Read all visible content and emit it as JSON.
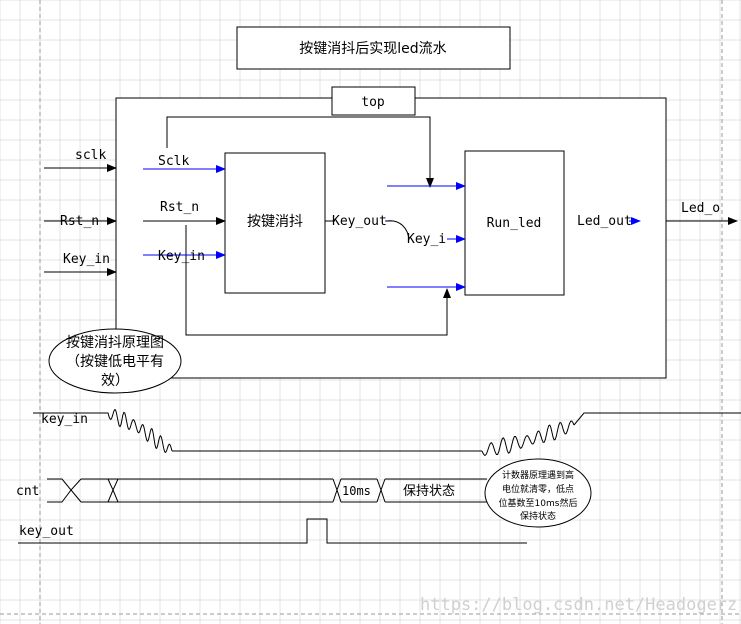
{
  "title": "按键消抖后实现led流水",
  "top_label": "top",
  "blocks": {
    "debounce": "按键消抖",
    "run_led": "Run_led"
  },
  "top_ports": {
    "sclk": "sclk",
    "rst_n": "Rst_n",
    "key_in": "Key_in",
    "led_o": "Led_o"
  },
  "inner_signals": {
    "sclk": "Sclk",
    "rst_n": "Rst_n",
    "key_in": "Key_in",
    "key_out": "Key_out",
    "key_i": "Key_i",
    "led_out": "Led_out"
  },
  "callout_principle": [
    "按键消抖原理图",
    "（按键低电平有",
    "效）"
  ],
  "timing": {
    "key_in": "key_in",
    "cnt": "cnt",
    "key_out": "key_out",
    "cnt_10ms": "10ms",
    "cnt_hold": "保持状态"
  },
  "callout_counter": [
    "计数器原理遇到高",
    "电位就清零，低点",
    "位基数至10ms然后",
    "保持状态"
  ],
  "watermark": "https://blog.csdn.net/Headogerz",
  "colors": {
    "line": "#000000",
    "arrow_blue": "#0000ff",
    "grid": "#c8c8c8",
    "grid_dashed": "#9a9a9a",
    "watermark": "#d0d0d0"
  }
}
